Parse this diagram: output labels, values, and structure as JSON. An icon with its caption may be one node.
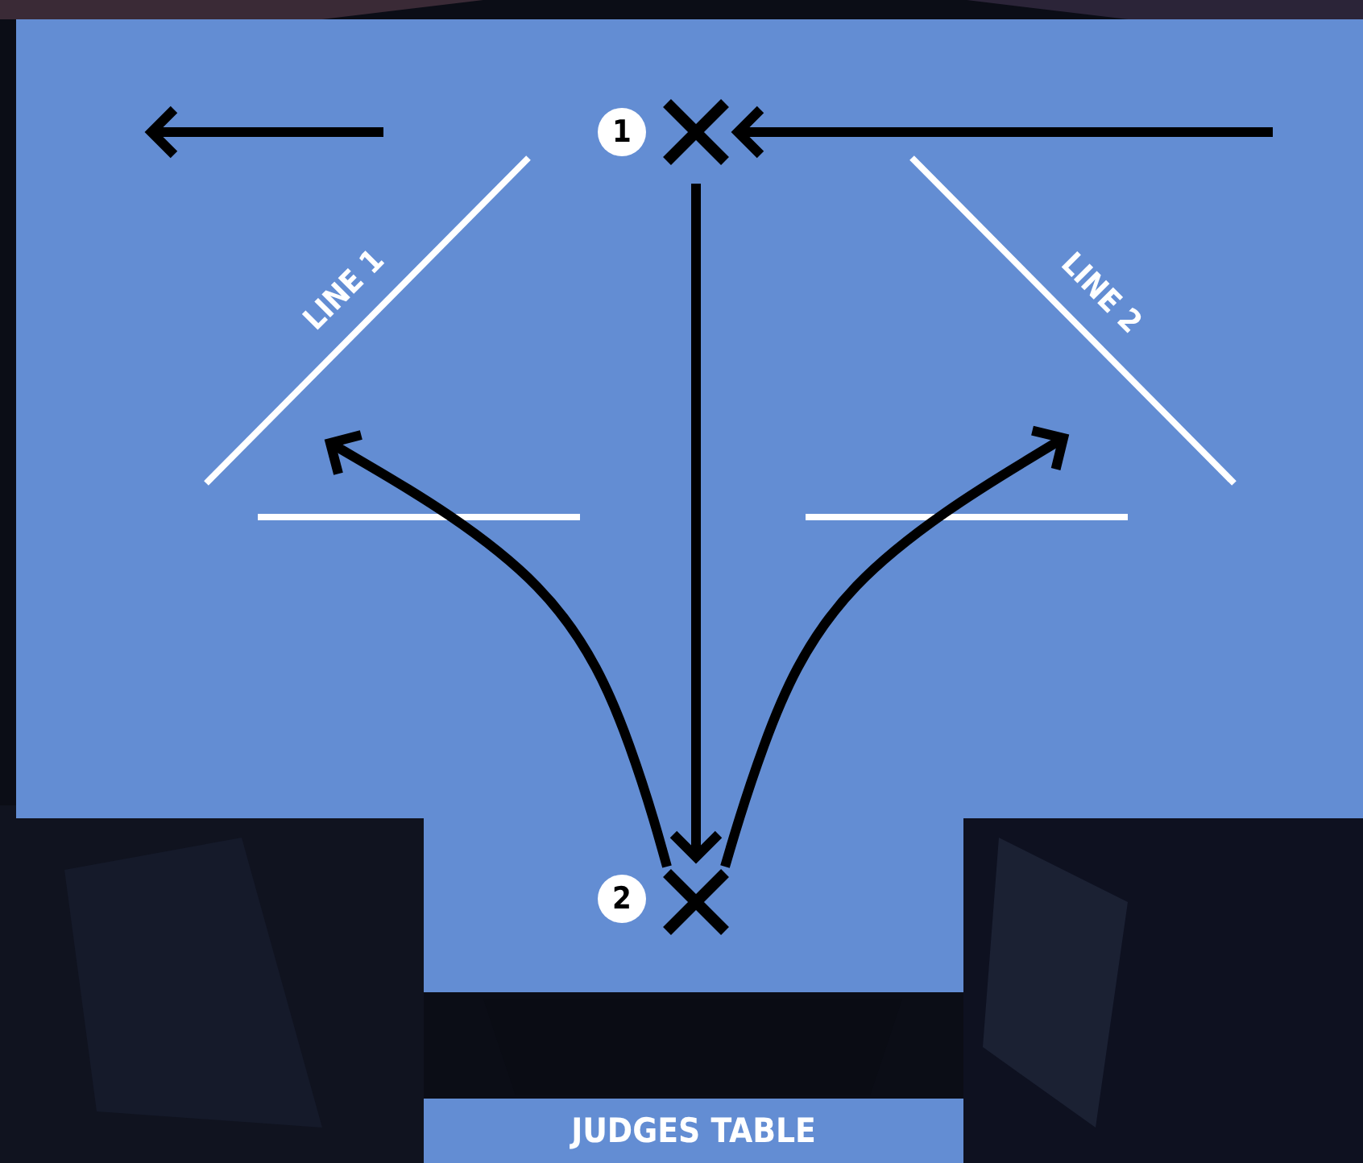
{
  "diagram": {
    "nodes": [
      {
        "text": [
          "1"
        ]
      },
      {
        "text": [],
        "shape": "cross"
      },
      {
        "text": [
          "2"
        ]
      },
      {
        "text": [],
        "shape": "cross"
      },
      {
        "text": [
          "JUDGES TABLE"
        ]
      }
    ],
    "edges": [
      {
        "from": null,
        "to": 1,
        "arrow": "to"
      },
      {
        "from": 1,
        "to": 3,
        "arrow": "to"
      },
      {
        "from": 3,
        "to": null,
        "arrow": "to"
      },
      {
        "from": 3,
        "to": null,
        "arrow": "to"
      }
    ],
    "labels": [
      "LINE 1",
      "LINE 2"
    ]
  }
}
